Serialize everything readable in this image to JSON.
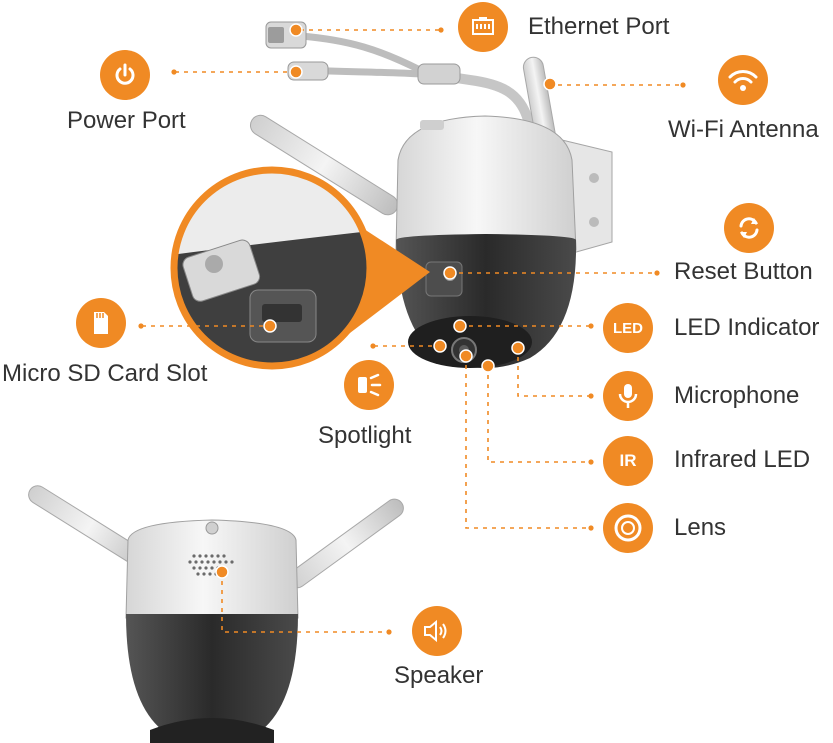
{
  "colors": {
    "accent": "#f08a24",
    "text": "#333333",
    "dome": "#3a3a3a",
    "housing": "#e8e8e8"
  },
  "labels": {
    "ethernet_port": "Ethernet Port",
    "power_port": "Power Port",
    "wifi_antenna": "Wi-Fi Antenna",
    "reset_button": "Reset Button",
    "led_indicator": "LED Indicator",
    "microphone": "Microphone",
    "infrared_led": "Infrared LED",
    "lens": "Lens",
    "micro_sd": "Micro SD Card Slot",
    "spotlight": "Spotlight",
    "speaker": "Speaker"
  },
  "icon_text": {
    "led": "LED",
    "ir": "IR"
  },
  "icons": {
    "ethernet": "ethernet-port-icon",
    "power": "power-icon",
    "wifi": "wifi-icon",
    "reset": "reset-icon",
    "led": "led-icon",
    "microphone": "microphone-icon",
    "ir": "infrared-icon",
    "lens": "lens-icon",
    "sd": "sd-card-icon",
    "spotlight": "spotlight-icon",
    "speaker": "speaker-icon"
  }
}
